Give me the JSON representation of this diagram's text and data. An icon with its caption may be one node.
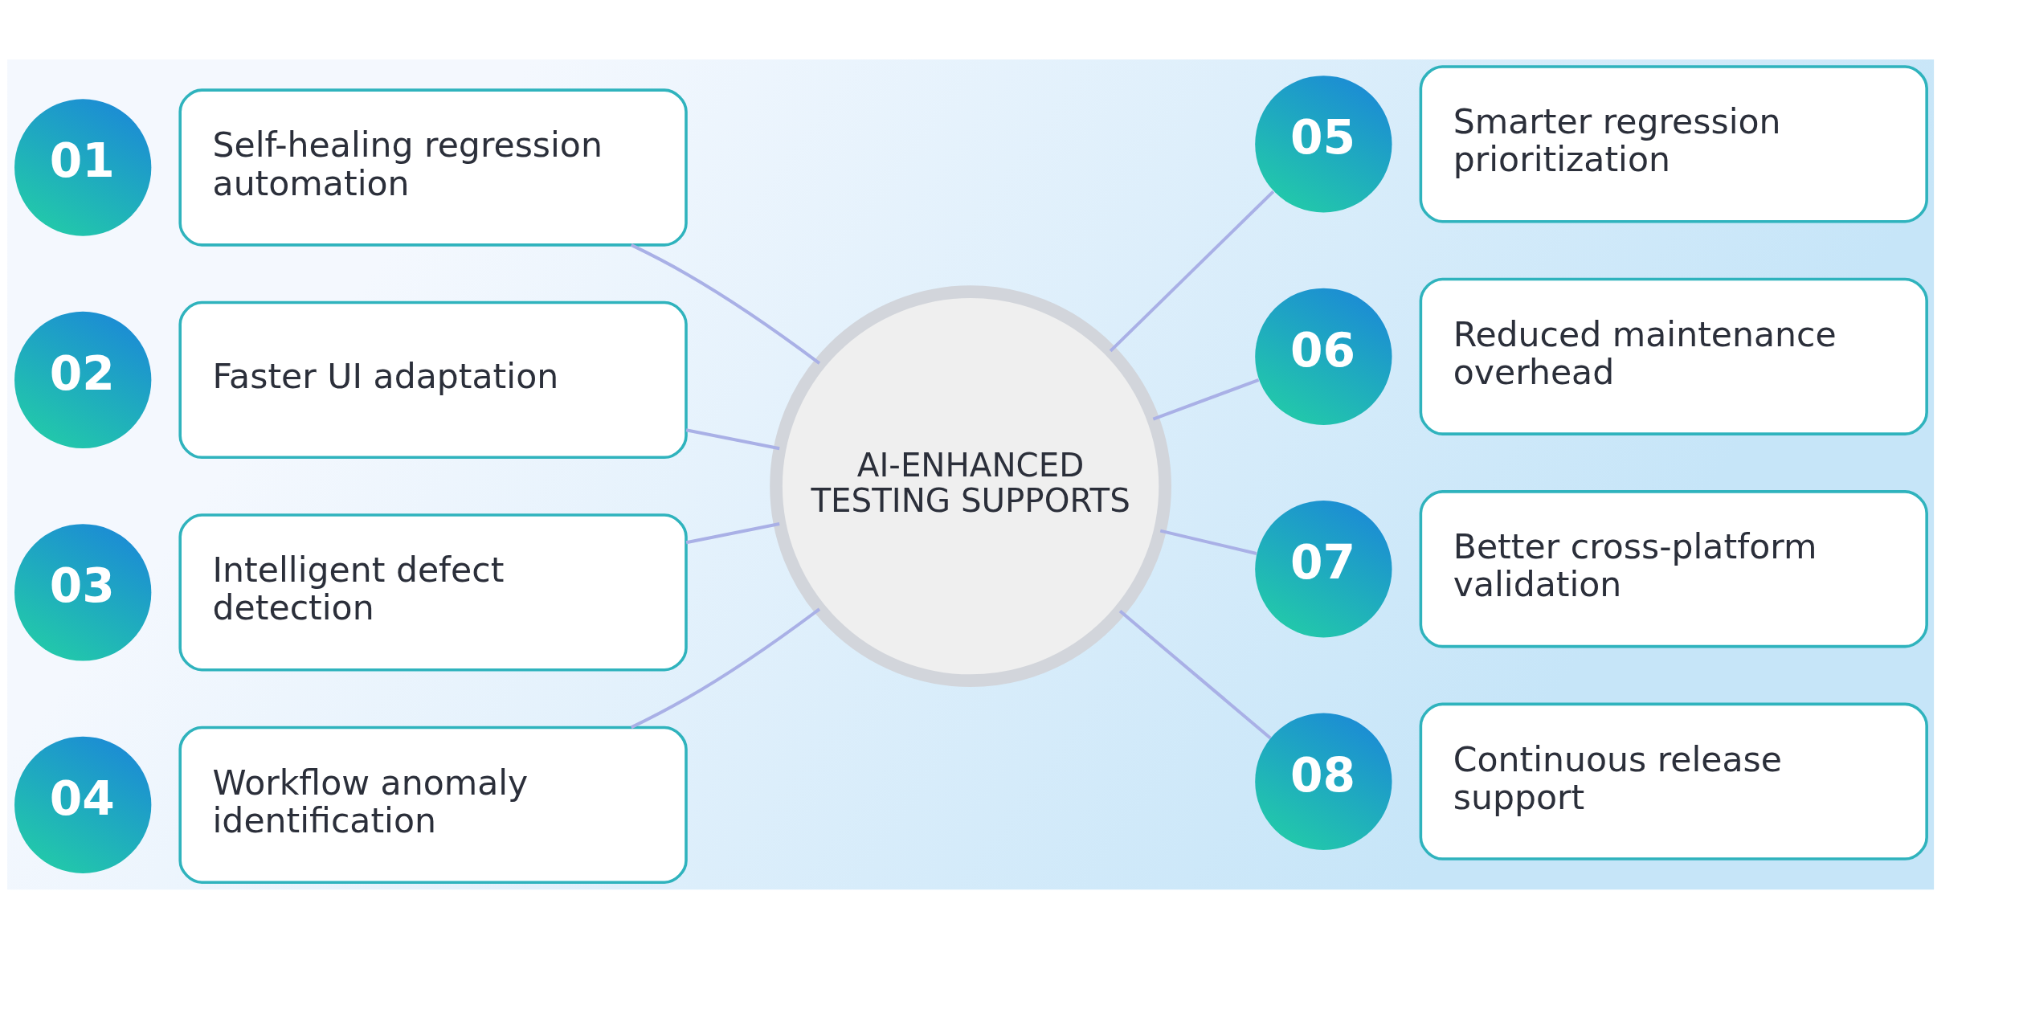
{
  "diagram": {
    "nodes": [
      {
        "text": [
          "01"
        ]
      },
      {
        "text": [
          "Self-healing regression automation"
        ]
      },
      {
        "text": [
          "02"
        ]
      },
      {
        "text": [
          "Faster UI adaptation"
        ]
      },
      {
        "text": [
          "03"
        ]
      },
      {
        "text": [
          "Intelligent defect detection"
        ]
      },
      {
        "text": [
          "04"
        ]
      },
      {
        "text": [
          "Workflow anomaly identification"
        ]
      },
      {
        "text": [
          "AI-ENHANCED TESTING SUPPORTS"
        ]
      },
      {
        "text": [
          "05"
        ]
      },
      {
        "text": [
          "Smarter regression prioritization"
        ]
      },
      {
        "text": [
          "06"
        ]
      },
      {
        "text": [
          "Reduced maintenance overhead"
        ]
      },
      {
        "text": [
          "07"
        ]
      },
      {
        "text": [
          "Better cross-platform validation"
        ]
      },
      {
        "text": [
          "08"
        ]
      },
      {
        "text": [
          "Continuous release support"
        ]
      }
    ],
    "edges": [
      {
        "from": 1,
        "to": 8,
        "arrow": "none"
      },
      {
        "from": 3,
        "to": 8,
        "arrow": "none"
      },
      {
        "from": 5,
        "to": 8,
        "arrow": "none"
      },
      {
        "from": 7,
        "to": 8,
        "arrow": "none"
      },
      {
        "from": 8,
        "to": 9,
        "arrow": "none"
      },
      {
        "from": 8,
        "to": 11,
        "arrow": "none"
      },
      {
        "from": 8,
        "to": 13,
        "arrow": "none"
      },
      {
        "from": 8,
        "to": 15,
        "arrow": "none"
      }
    ]
  }
}
